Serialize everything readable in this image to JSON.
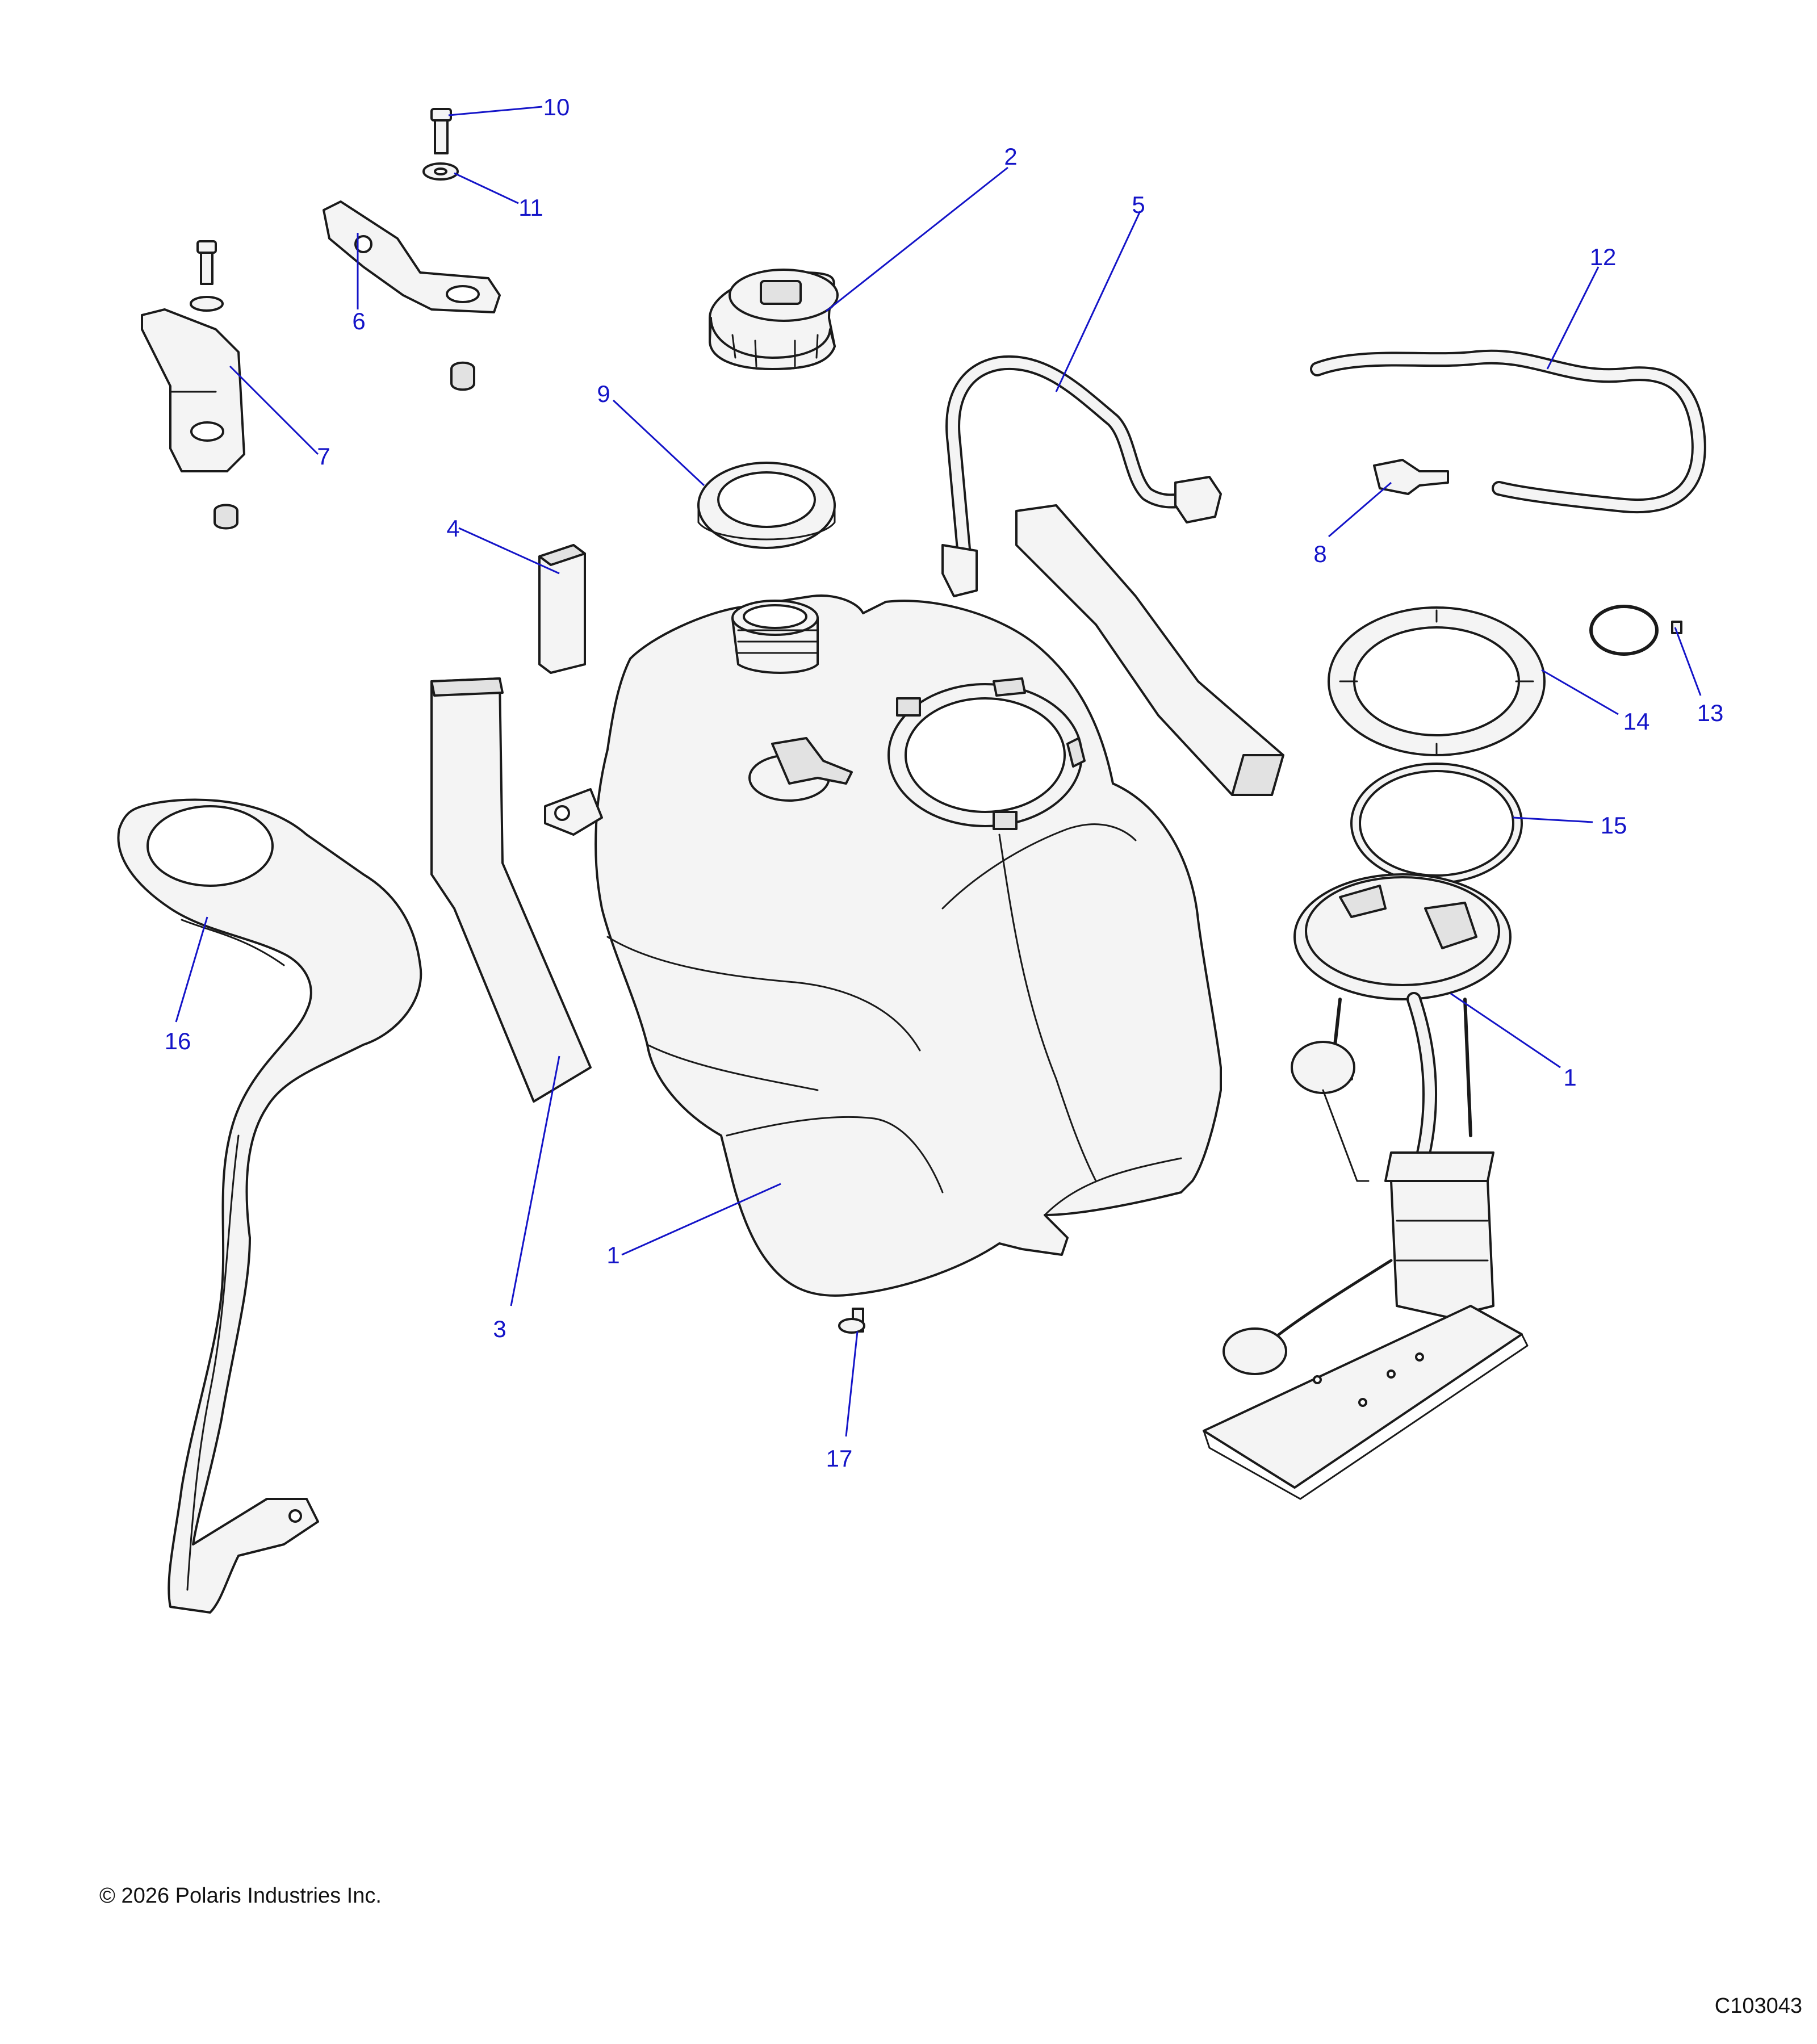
{
  "callouts": [
    "1",
    "2",
    "3",
    "4",
    "5",
    "6",
    "7",
    "8",
    "9",
    "10",
    "11",
    "12",
    "13",
    "14",
    "15",
    "16",
    "17",
    "1"
  ],
  "footer": {
    "copyright": "© 2026 Polaris Industries Inc.",
    "figure_id": "C103043"
  },
  "colors": {
    "callout_blue": "#1414c8",
    "line_art": "#1a1a1a",
    "part_fill": "#f4f4f4"
  }
}
